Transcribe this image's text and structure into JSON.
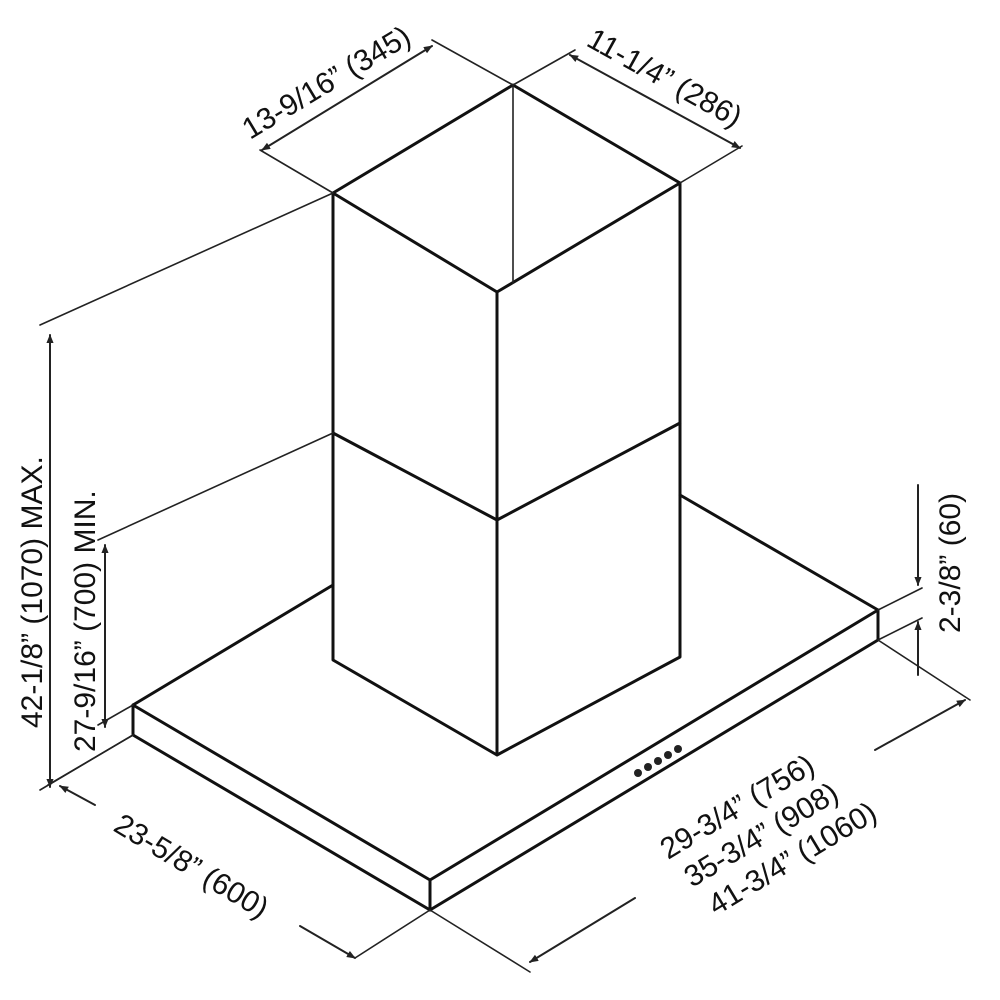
{
  "dimensions": {
    "chimney_width": "13-9/16” (345)",
    "chimney_depth": "11-1/4” (286)",
    "height_max": "42-1/8” (1070) MAX.",
    "height_min": "27-9/16” (700) MIN.",
    "canopy_thickness": "2-3/8” (60)",
    "canopy_depth": "23-5/8” (600)",
    "width_small": "29-3/4” (756)",
    "width_medium": "35-3/4” (908)",
    "width_large": "41-3/4” (1060)"
  },
  "control_panel": {
    "button_count": 5
  }
}
